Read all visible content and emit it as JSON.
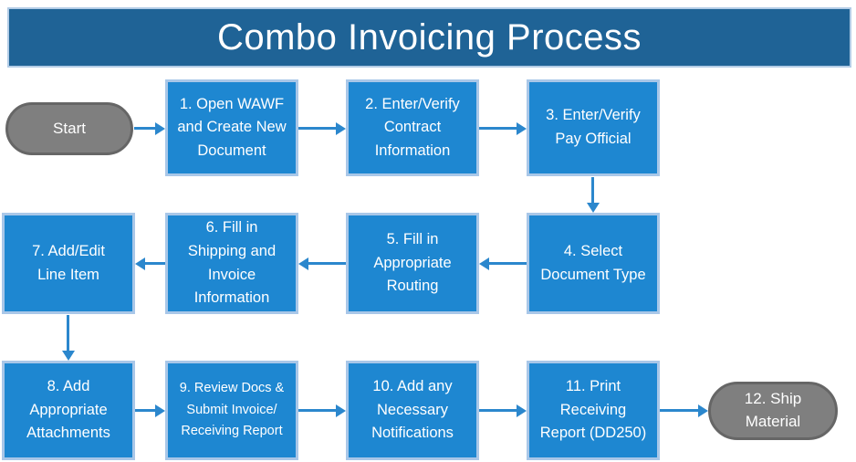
{
  "title": "Combo Invoicing Process",
  "colors": {
    "banner": "#1f6396",
    "banner_border": "#b3cce6",
    "box_fill": "#1e87d1",
    "box_border": "#a9c7e8",
    "terminal_fill": "#7f7f7f",
    "terminal_border": "#666666",
    "arrow": "#2b87cd",
    "text": "#ffffff"
  },
  "nodes": {
    "start": {
      "label": "Start",
      "type": "terminal"
    },
    "step1": {
      "label": "1. Open WAWF\nand Create New\nDocument",
      "type": "process"
    },
    "step2": {
      "label": "2. Enter/Verify\nContract\nInformation",
      "type": "process"
    },
    "step3": {
      "label": "3. Enter/Verify\nPay Official",
      "type": "process"
    },
    "step4": {
      "label": "4. Select\nDocument Type",
      "type": "process"
    },
    "step5": {
      "label": "5. Fill in\nAppropriate\nRouting",
      "type": "process"
    },
    "step6": {
      "label": "6. Fill in\nShipping and\nInvoice\nInformation",
      "type": "process"
    },
    "step7": {
      "label": "7. Add/Edit\nLine Item",
      "type": "process"
    },
    "step8": {
      "label": "8. Add\nAppropriate\nAttachments",
      "type": "process"
    },
    "step9": {
      "label": "9. Review Docs &\nSubmit Invoice/\nReceiving Report",
      "type": "process"
    },
    "step10": {
      "label": "10. Add any\nNecessary\nNotifications",
      "type": "process"
    },
    "step11": {
      "label": "11. Print\nReceiving\nReport (DD250)",
      "type": "process"
    },
    "end": {
      "label": "12. Ship\nMaterial",
      "type": "terminal"
    }
  },
  "edges": [
    "start-step1",
    "step1-step2",
    "step2-step3",
    "step3-step4",
    "step4-step5",
    "step5-step6",
    "step6-step7",
    "step7-step8",
    "step8-step9",
    "step9-step10",
    "step10-step11",
    "step11-end"
  ]
}
